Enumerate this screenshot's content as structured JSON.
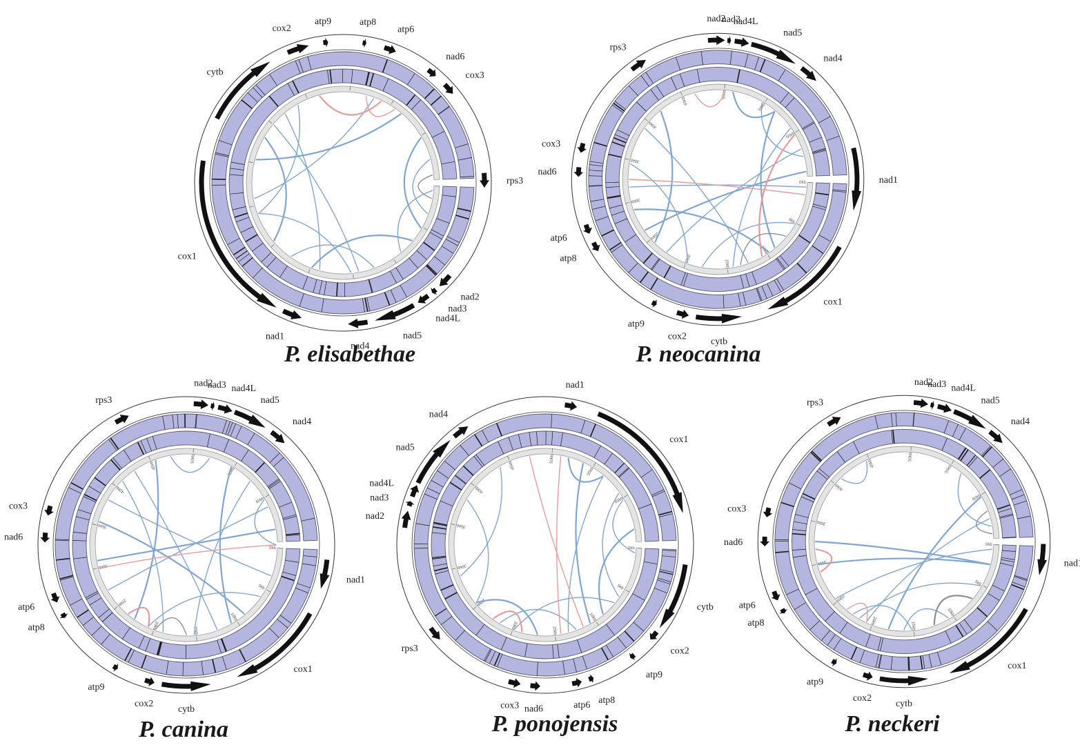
{
  "colors": {
    "track": "#b4b6e0",
    "track_stroke": "#55566e",
    "marker": "#1a1a1a",
    "ideogram": "#e4e4e4",
    "link_blue": "#7fa6d3",
    "link_red": "#e89a9a",
    "link_gray": "#8a8f98",
    "gene_arrow": "#111111"
  },
  "genomes": [
    {
      "id": "elisabethae",
      "title": "P. elisabethae",
      "tick_labels": [],
      "genes": [
        {
          "name": "atp9",
          "a0": -8,
          "a1": -6,
          "dir": 1
        },
        {
          "name": "atp8",
          "a0": 8,
          "a1": 9.5,
          "dir": 1
        },
        {
          "name": "atp6",
          "a0": 17,
          "a1": 22,
          "dir": 1
        },
        {
          "name": "nad6",
          "a0": 37,
          "a1": 41,
          "dir": 1
        },
        {
          "name": "cox3",
          "a0": 46,
          "a1": 51,
          "dir": 1
        },
        {
          "name": "rps3",
          "a0": 86,
          "a1": 92,
          "dir": 1
        },
        {
          "name": "nad2",
          "a0": 131,
          "a1": 137,
          "dir": 1
        },
        {
          "name": "nad3",
          "a0": 139,
          "a1": 141,
          "dir": 1
        },
        {
          "name": "nad4L",
          "a0": 143,
          "a1": 148,
          "dir": 1
        },
        {
          "name": "nad5",
          "a0": 150,
          "a1": 167,
          "dir": 1
        },
        {
          "name": "nad4",
          "a0": 170,
          "a1": 178,
          "dir": 1
        },
        {
          "name": "nad1",
          "a0": 197,
          "a1": 205,
          "dir": -1
        },
        {
          "name": "cox1",
          "a0": 208,
          "a1": 279,
          "dir": -1
        },
        {
          "name": "cytb",
          "a0": 297,
          "a1": 329,
          "dir": 1
        },
        {
          "name": "cox2",
          "a0": 337,
          "a1": 346,
          "dir": 1
        }
      ],
      "links": [
        {
          "a": 60,
          "b": 120,
          "c": "b"
        },
        {
          "a": 75,
          "b": 110,
          "c": "b"
        },
        {
          "a": 95,
          "b": 140,
          "c": "b"
        },
        {
          "a": 130,
          "b": 200,
          "c": "b"
        },
        {
          "a": 160,
          "b": 215,
          "c": "b"
        },
        {
          "a": 175,
          "b": 250,
          "c": "b"
        },
        {
          "a": 230,
          "b": 300,
          "c": "b"
        },
        {
          "a": 250,
          "b": 330,
          "c": "b"
        },
        {
          "a": 260,
          "b": 20,
          "c": "b"
        },
        {
          "a": 285,
          "b": 40,
          "c": "b"
        },
        {
          "a": 310,
          "b": 170,
          "c": "b"
        },
        {
          "a": 320,
          "b": 195,
          "c": "b"
        },
        {
          "a": 345,
          "b": 25,
          "c": "r"
        },
        {
          "a": 15,
          "b": 35,
          "c": "r"
        },
        {
          "a": 85,
          "b": 100,
          "c": "g"
        }
      ]
    },
    {
      "id": "neocanina",
      "title": "P. neocanina",
      "tick_labels": [
        "0kb",
        "5kb",
        "10kb",
        "15kb",
        "20kb",
        "25kb",
        "30kb",
        "35kb",
        "40kb",
        "45kb",
        "50kb",
        "55kb",
        "60kb"
      ],
      "genes": [
        {
          "name": "nad2",
          "a0": -4,
          "a1": 3,
          "dir": 1
        },
        {
          "name": "nad3",
          "a0": 4,
          "a1": 5.5,
          "dir": 1
        },
        {
          "name": "nad4L",
          "a0": 7,
          "a1": 13,
          "dir": 1
        },
        {
          "name": "nad5",
          "a0": 14,
          "a1": 34,
          "dir": 1
        },
        {
          "name": "nad4",
          "a0": 37,
          "a1": 45,
          "dir": 1
        },
        {
          "name": "nad1",
          "a0": 77,
          "a1": 103,
          "dir": 1
        },
        {
          "name": "cox1",
          "a0": 119,
          "a1": 159,
          "dir": 1
        },
        {
          "name": "cytb",
          "a0": 170,
          "a1": 189,
          "dir": -1
        },
        {
          "name": "cox2",
          "a0": 192,
          "a1": 197,
          "dir": -1
        },
        {
          "name": "atp9",
          "a0": 206,
          "a1": 208,
          "dir": -1
        },
        {
          "name": "atp8",
          "a0": 239,
          "a1": 243,
          "dir": -1
        },
        {
          "name": "atp6",
          "a0": 247,
          "a1": 251,
          "dir": -1
        },
        {
          "name": "nad6",
          "a0": 271,
          "a1": 275,
          "dir": -1
        },
        {
          "name": "cox3",
          "a0": 281,
          "a1": 285,
          "dir": -1
        },
        {
          "name": "rps3",
          "a0": 322,
          "a1": 329,
          "dir": 1
        }
      ],
      "links": [
        {
          "a": 40,
          "b": 140,
          "c": "b"
        },
        {
          "a": 55,
          "b": 170,
          "c": "b"
        },
        {
          "a": 70,
          "b": 215,
          "c": "b"
        },
        {
          "a": 85,
          "b": 235,
          "c": "b"
        },
        {
          "a": 95,
          "b": 265,
          "c": "b"
        },
        {
          "a": 120,
          "b": 190,
          "c": "b"
        },
        {
          "a": 145,
          "b": 250,
          "c": "b"
        },
        {
          "a": 160,
          "b": 305,
          "c": "b"
        },
        {
          "a": 200,
          "b": 280,
          "c": "b"
        },
        {
          "a": 225,
          "b": 320,
          "c": "b"
        },
        {
          "a": 30,
          "b": 75,
          "c": "b"
        },
        {
          "a": 345,
          "b": 5,
          "c": "r"
        },
        {
          "a": 60,
          "b": 150,
          "c": "r"
        },
        {
          "a": 100,
          "b": 270,
          "c": "r"
        },
        {
          "a": 130,
          "b": 165,
          "c": "g"
        },
        {
          "a": 10,
          "b": 40,
          "c": "b"
        }
      ]
    },
    {
      "id": "canina",
      "title": "P. canina",
      "tick_labels": [
        "0kb",
        "5kb",
        "10kb",
        "15kb",
        "20kb",
        "25kb",
        "30kb",
        "35kb",
        "40kb",
        "45kb",
        "50kb",
        "55kb",
        "60kb"
      ],
      "genes": [
        {
          "name": "nad2",
          "a0": 3,
          "a1": 9,
          "dir": 1
        },
        {
          "name": "nad3",
          "a0": 10,
          "a1": 11.5,
          "dir": 1
        },
        {
          "name": "nad4L",
          "a0": 13,
          "a1": 19,
          "dir": 1
        },
        {
          "name": "nad5",
          "a0": 20,
          "a1": 34,
          "dir": 1
        },
        {
          "name": "nad4",
          "a0": 37,
          "a1": 44,
          "dir": 1
        },
        {
          "name": "nad1",
          "a0": 96,
          "a1": 108,
          "dir": 1
        },
        {
          "name": "cox1",
          "a0": 119,
          "a1": 159,
          "dir": 1
        },
        {
          "name": "cytb",
          "a0": 170,
          "a1": 190,
          "dir": -1
        },
        {
          "name": "cox2",
          "a0": 193,
          "a1": 197,
          "dir": -1
        },
        {
          "name": "atp9",
          "a0": 209,
          "a1": 211,
          "dir": -1
        },
        {
          "name": "atp8",
          "a0": 239,
          "a1": 241,
          "dir": -1
        },
        {
          "name": "atp6",
          "a0": 246,
          "a1": 250,
          "dir": -1
        },
        {
          "name": "nad6",
          "a0": 271,
          "a1": 275,
          "dir": -1
        },
        {
          "name": "cox3",
          "a0": 282,
          "a1": 286,
          "dir": -1
        },
        {
          "name": "rps3",
          "a0": 330,
          "a1": 336,
          "dir": 1
        }
      ],
      "links": [
        {
          "a": 30,
          "b": 150,
          "c": "b"
        },
        {
          "a": 45,
          "b": 175,
          "c": "b"
        },
        {
          "a": 65,
          "b": 240,
          "c": "b"
        },
        {
          "a": 80,
          "b": 260,
          "c": "b"
        },
        {
          "a": 110,
          "b": 300,
          "c": "b"
        },
        {
          "a": 125,
          "b": 205,
          "c": "b"
        },
        {
          "a": 140,
          "b": 285,
          "c": "b"
        },
        {
          "a": 160,
          "b": 325,
          "c": "b"
        },
        {
          "a": 195,
          "b": 315,
          "c": "b"
        },
        {
          "a": 215,
          "b": 340,
          "c": "b"
        },
        {
          "a": 350,
          "b": 15,
          "c": "b"
        },
        {
          "a": 90,
          "b": 255,
          "c": "r"
        },
        {
          "a": 205,
          "b": 220,
          "c": "r"
        },
        {
          "a": 180,
          "b": 200,
          "c": "g"
        },
        {
          "a": 60,
          "b": 90,
          "c": "b"
        }
      ]
    },
    {
      "id": "ponojensis",
      "title": "P. ponojensis",
      "tick_labels": [
        "0kb",
        "5kb",
        "10kb",
        "15kb",
        "20kb",
        "25kb",
        "30kb",
        "35kb",
        "40kb",
        "45kb",
        "50kb",
        "55kb",
        "60kb"
      ],
      "genes": [
        {
          "name": "nad1",
          "a0": 8,
          "a1": 13,
          "dir": 1
        },
        {
          "name": "cox1",
          "a0": 22,
          "a1": 77,
          "dir": 1
        },
        {
          "name": "cytb",
          "a0": 98,
          "a1": 126,
          "dir": 1
        },
        {
          "name": "cox2",
          "a0": 128,
          "a1": 132,
          "dir": 1
        },
        {
          "name": "atp9",
          "a0": 141,
          "a1": 143,
          "dir": 1
        },
        {
          "name": "atp8",
          "a0": 160,
          "a1": 162,
          "dir": -1
        },
        {
          "name": "atp6",
          "a0": 165,
          "a1": 169,
          "dir": -1
        },
        {
          "name": "nad6",
          "a0": 182,
          "a1": 186,
          "dir": -1
        },
        {
          "name": "cox3",
          "a0": 190,
          "a1": 195,
          "dir": -1
        },
        {
          "name": "rps3",
          "a0": 228,
          "a1": 234,
          "dir": -1
        },
        {
          "name": "nad2",
          "a0": 277,
          "a1": 284,
          "dir": 1
        },
        {
          "name": "nad3",
          "a0": 286,
          "a1": 288,
          "dir": 1
        },
        {
          "name": "nad4L",
          "a0": 290,
          "a1": 295,
          "dir": 1
        },
        {
          "name": "nad5",
          "a0": 296,
          "a1": 318,
          "dir": 1
        },
        {
          "name": "nad4",
          "a0": 320,
          "a1": 327,
          "dir": 1
        }
      ],
      "links": [
        {
          "a": 25,
          "b": 150,
          "c": "b"
        },
        {
          "a": 40,
          "b": 165,
          "c": "b"
        },
        {
          "a": 55,
          "b": 125,
          "c": "b"
        },
        {
          "a": 80,
          "b": 140,
          "c": "b"
        },
        {
          "a": 130,
          "b": 200,
          "c": "b"
        },
        {
          "a": 160,
          "b": 210,
          "c": "b"
        },
        {
          "a": 185,
          "b": 230,
          "c": "b"
        },
        {
          "a": 230,
          "b": 300,
          "c": "b"
        },
        {
          "a": 250,
          "b": 330,
          "c": "b"
        },
        {
          "a": 15,
          "b": 40,
          "c": "b"
        },
        {
          "a": 350,
          "b": 155,
          "c": "r"
        },
        {
          "a": 10,
          "b": 170,
          "c": "r"
        },
        {
          "a": 195,
          "b": 215,
          "c": "r"
        },
        {
          "a": 60,
          "b": 95,
          "c": "b"
        }
      ]
    },
    {
      "id": "neckeri",
      "title": "P. neckeri",
      "tick_labels": [
        "0kb",
        "5kb",
        "10kb",
        "15kb",
        "20kb",
        "25kb",
        "30kb",
        "35kb",
        "40kb",
        "45kb",
        "50kb",
        "55kb",
        "60kb"
      ],
      "genes": [
        {
          "name": "nad2",
          "a0": 4,
          "a1": 10,
          "dir": 1
        },
        {
          "name": "nad3",
          "a0": 11,
          "a1": 12.5,
          "dir": 1
        },
        {
          "name": "nad4L",
          "a0": 14,
          "a1": 20,
          "dir": 1
        },
        {
          "name": "nad5",
          "a0": 21,
          "a1": 36,
          "dir": 1
        },
        {
          "name": "nad4",
          "a0": 38,
          "a1": 45,
          "dir": 1
        },
        {
          "name": "nad1",
          "a0": 91,
          "a1": 104,
          "dir": 1
        },
        {
          "name": "cox1",
          "a0": 119,
          "a1": 161,
          "dir": 1
        },
        {
          "name": "cytb",
          "a0": 170,
          "a1": 190,
          "dir": -1
        },
        {
          "name": "cox2",
          "a0": 193,
          "a1": 197,
          "dir": -1
        },
        {
          "name": "atp9",
          "a0": 209,
          "a1": 211,
          "dir": -1
        },
        {
          "name": "atp8",
          "a0": 239,
          "a1": 241,
          "dir": -1
        },
        {
          "name": "atp6",
          "a0": 245,
          "a1": 249,
          "dir": -1
        },
        {
          "name": "nad6",
          "a0": 268,
          "a1": 272,
          "dir": -1
        },
        {
          "name": "cox3",
          "a0": 280,
          "a1": 284,
          "dir": -1
        },
        {
          "name": "rps3",
          "a0": 327,
          "a1": 333,
          "dir": 1
        }
      ],
      "links": [
        {
          "a": 60,
          "b": 190,
          "c": "b"
        },
        {
          "a": 75,
          "b": 205,
          "c": "b"
        },
        {
          "a": 95,
          "b": 230,
          "c": "b"
        },
        {
          "a": 105,
          "b": 255,
          "c": "b"
        },
        {
          "a": 120,
          "b": 210,
          "c": "b"
        },
        {
          "a": 150,
          "b": 180,
          "c": "b"
        },
        {
          "a": 270,
          "b": 105,
          "c": "b"
        },
        {
          "a": 315,
          "b": 335,
          "c": "b"
        },
        {
          "a": 175,
          "b": 215,
          "c": "b"
        },
        {
          "a": 250,
          "b": 265,
          "c": "r"
        },
        {
          "a": 205,
          "b": 220,
          "c": "r"
        },
        {
          "a": 70,
          "b": 85,
          "c": "g"
        },
        {
          "a": 130,
          "b": 160,
          "c": "g"
        },
        {
          "a": 40,
          "b": 80,
          "c": "b"
        }
      ]
    }
  ]
}
